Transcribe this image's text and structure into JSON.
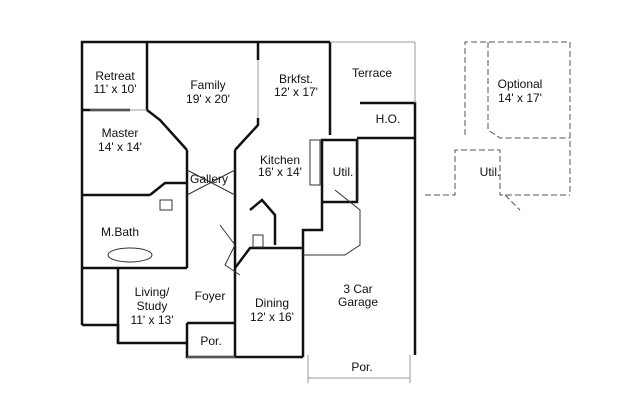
{
  "rooms": {
    "retreat": {
      "name": "Retreat",
      "size": "11' x 10'"
    },
    "family": {
      "name": "Family",
      "size": "19' x 20'"
    },
    "brkfst": {
      "name": "Brkfst.",
      "size": "12' x 17'"
    },
    "terrace": {
      "name": "Terrace"
    },
    "ho": {
      "name": "H.O."
    },
    "optional": {
      "name": "Optional",
      "size": "14' x 17'"
    },
    "optional_util": {
      "name": "Util."
    },
    "master": {
      "name": "Master",
      "size": "14' x 14'"
    },
    "kitchen": {
      "name": "Kitchen",
      "size": "16' x 14'"
    },
    "util": {
      "name": "Util."
    },
    "gallery": {
      "name": "Gallery"
    },
    "mbath": {
      "name": "M.Bath"
    },
    "living": {
      "name_line1": "Living/",
      "name_line2": "Study",
      "size": "11' x 13'"
    },
    "foyer": {
      "name": "Foyer"
    },
    "dining": {
      "name": "Dining",
      "size": "12' x 16'"
    },
    "garage": {
      "name_line1": "3 Car",
      "name_line2": "Garage"
    },
    "front_porch": {
      "name": "Por."
    },
    "garage_porch": {
      "name": "Por."
    }
  }
}
